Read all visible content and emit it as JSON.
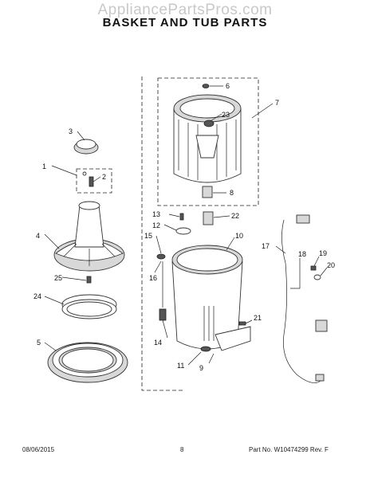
{
  "watermark": "AppliancePartsPros.com",
  "title": "BASKET AND TUB PARTS",
  "footer": {
    "date": "08/06/2015",
    "page": "8",
    "part_no": "Part No. W10474299  Rev. F"
  },
  "callouts": [
    "1",
    "2",
    "3",
    "4",
    "5",
    "6",
    "7",
    "8",
    "9",
    "10",
    "11",
    "12",
    "13",
    "14",
    "15",
    "16",
    "17",
    "18",
    "19",
    "20",
    "21",
    "22",
    "23",
    "24",
    "25"
  ]
}
